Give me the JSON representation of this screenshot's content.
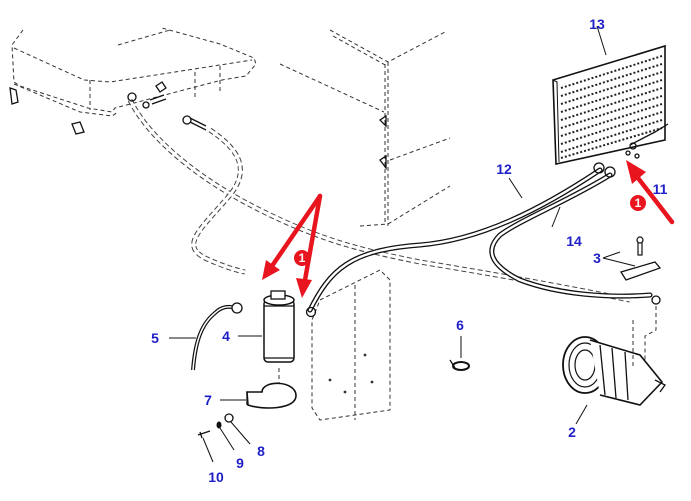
{
  "diagram": {
    "title": "Air conditioning system exploded parts view",
    "part_labels": [
      {
        "id": "2",
        "text": "2",
        "part": "compressor"
      },
      {
        "id": "3",
        "text": "3",
        "part": "bracket-plate-and-bolt"
      },
      {
        "id": "4",
        "text": "4",
        "part": "receiver-drier"
      },
      {
        "id": "5",
        "text": "5",
        "part": "pressure-switch-cable"
      },
      {
        "id": "6",
        "text": "6",
        "part": "hose-clip"
      },
      {
        "id": "7",
        "text": "7",
        "part": "mounting-strap"
      },
      {
        "id": "8",
        "text": "8",
        "part": "washer"
      },
      {
        "id": "9",
        "text": "9",
        "part": "lock-washer"
      },
      {
        "id": "10",
        "text": "10",
        "part": "bolt"
      },
      {
        "id": "11",
        "text": "11",
        "part": "o-ring"
      },
      {
        "id": "12",
        "text": "12",
        "part": "hose"
      },
      {
        "id": "13",
        "text": "13",
        "part": "condenser"
      },
      {
        "id": "14",
        "text": "14",
        "part": "hose"
      }
    ],
    "callout_badges": [
      {
        "text": "1",
        "points_to": "receiver-drier-connections"
      },
      {
        "text": "1",
        "points_to": "condenser-connections"
      }
    ],
    "colors": {
      "label": "#1f1fc8",
      "callout": "#e8141e",
      "line": "#111111"
    }
  }
}
